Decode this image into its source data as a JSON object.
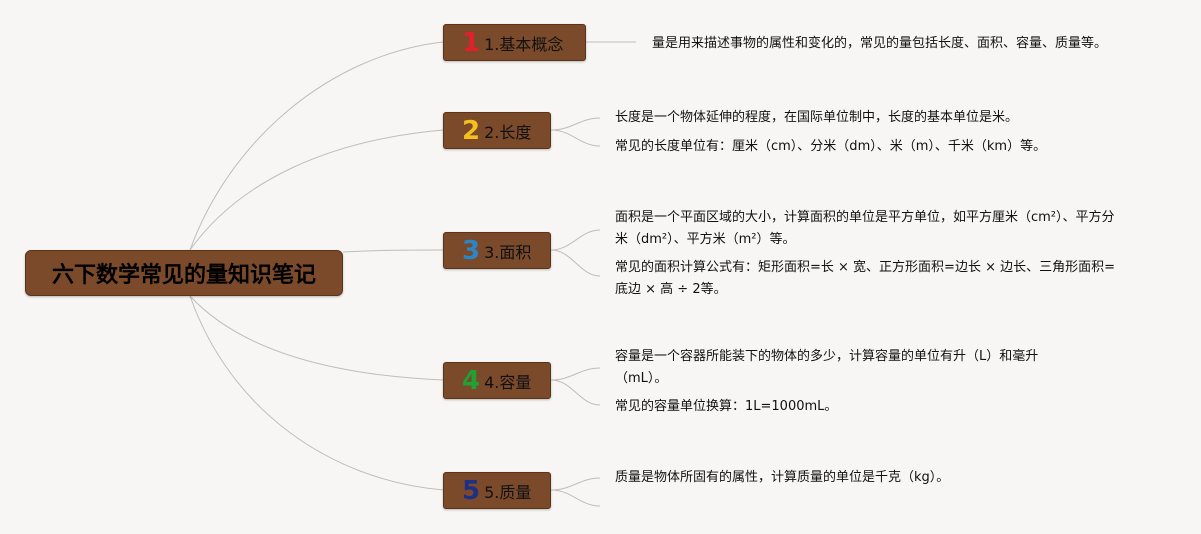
{
  "root": {
    "title": "六下数学常见的量知识笔记"
  },
  "colors": {
    "node_fill": "#7b4a2a",
    "line": "#bdbdbd",
    "num1": "#e0202a",
    "num2": "#f3c01c",
    "num3": "#2a86c8",
    "num4": "#21a033",
    "num5": "#1f2f86"
  },
  "branches": [
    {
      "num": "1",
      "label": "1.基本概念",
      "leaves": [
        "量是用来描述事物的属性和变化的，常见的量包括长度、面积、容量、质量等。"
      ]
    },
    {
      "num": "2",
      "label": "2.长度",
      "leaves": [
        "长度是一个物体延伸的程度，在国际单位制中，长度的基本单位是米。",
        "常见的长度单位有：厘米（cm）、分米（dm）、米（m）、千米（km）等。"
      ]
    },
    {
      "num": "3",
      "label": "3.面积",
      "leaves": [
        "面积是一个平面区域的大小，计算面积的单位是平方单位，如平方厘米（cm²）、平方分米（dm²）、平方米（m²）等。",
        "常见的面积计算公式有：矩形面积=长 × 宽、正方形面积=边长 × 边长、三角形面积=底边 × 高 ÷ 2等。"
      ]
    },
    {
      "num": "4",
      "label": "4.容量",
      "leaves": [
        "容量是一个容器所能装下的物体的多少，计算容量的单位有升（L）和毫升（mL）。",
        "常见的容量单位换算：1L=1000mL。"
      ]
    },
    {
      "num": "5",
      "label": "5.质量",
      "leaves": [
        "质量是物体所固有的属性，计算质量的单位是千克（kg）。"
      ]
    }
  ]
}
